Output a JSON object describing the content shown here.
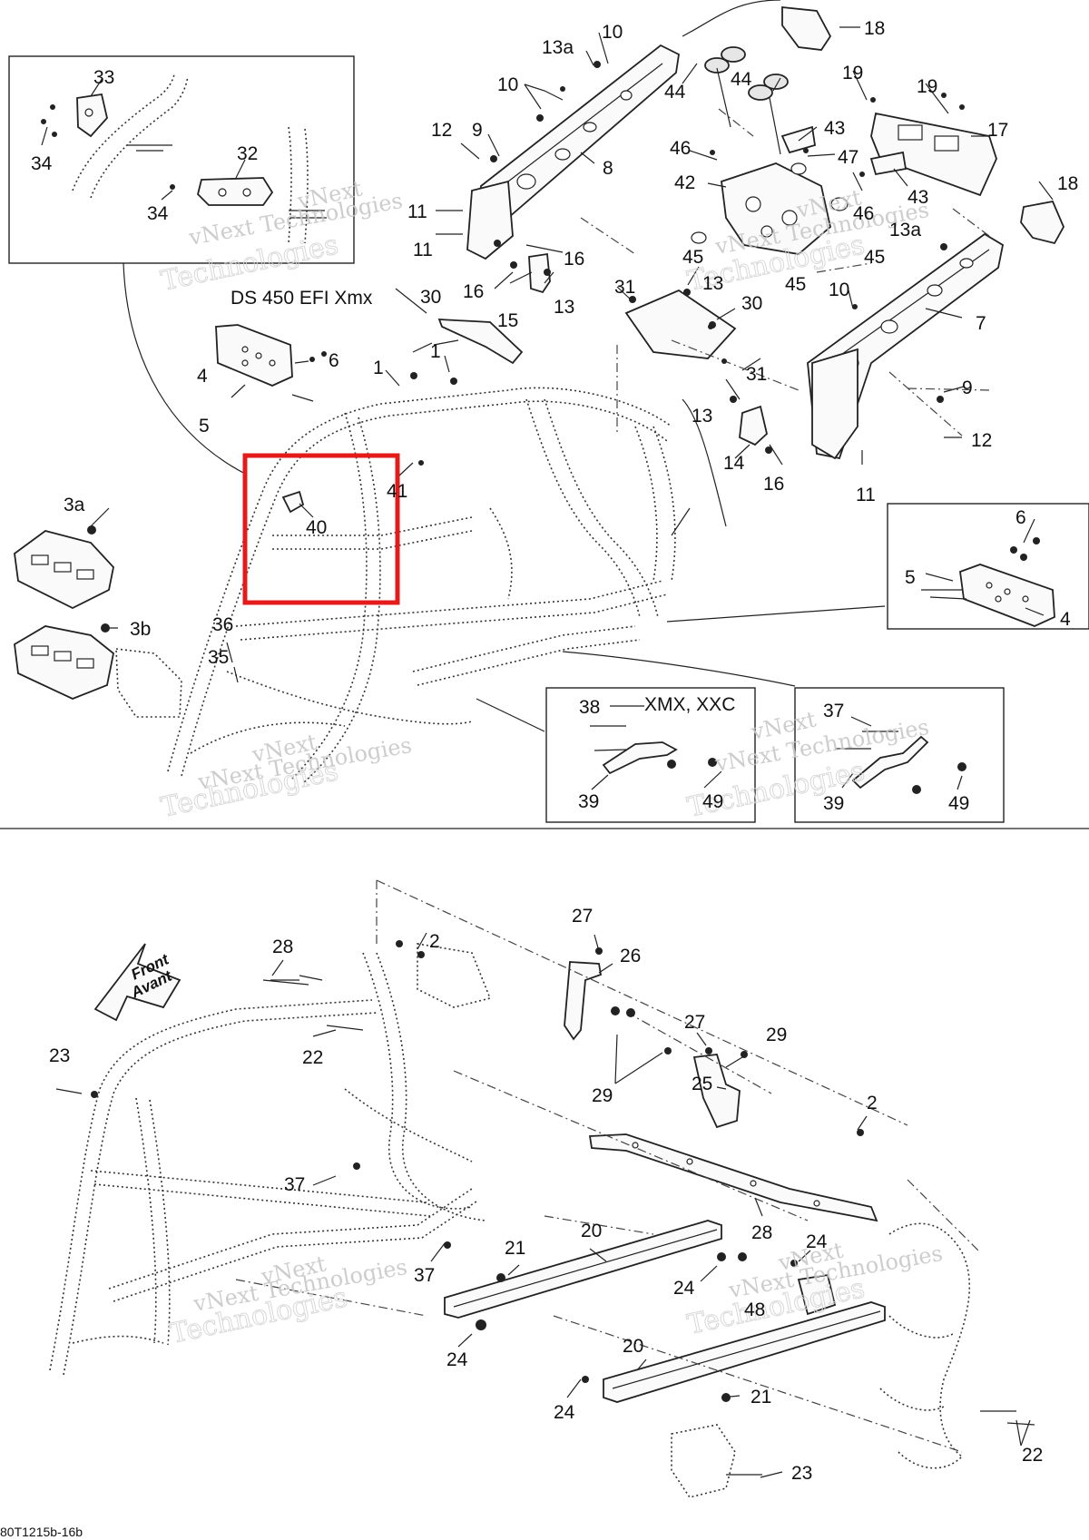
{
  "callouts": {
    "c33": "33",
    "c34a": "34",
    "c32": "32",
    "c34b": "34",
    "c10a": "10",
    "c13a_top": "13a",
    "c10b": "10",
    "c44a": "44",
    "c44b": "44",
    "c18a": "18",
    "c19a": "19",
    "c19b": "19",
    "c17": "17",
    "c12a": "12",
    "c9a": "9",
    "c8": "8",
    "c46a": "46",
    "c43a": "43",
    "c47": "47",
    "c42": "42",
    "c43b": "43",
    "c46b": "46",
    "c18b": "18",
    "c11a": "11",
    "c11b": "11",
    "c16a": "16",
    "c45a": "45",
    "c45b": "45",
    "c45c": "45",
    "c13a_right": "13a",
    "c16b": "16",
    "c13b": "13",
    "c13c": "13",
    "c15": "15",
    "c13d": "13",
    "c31a": "31",
    "c30a": "30",
    "c30b": "30",
    "c10c": "10",
    "c7": "7",
    "c6a": "6",
    "c4a": "4",
    "c1a": "1",
    "c1b": "1",
    "c5a": "5",
    "c31b": "31",
    "c9b": "9",
    "c13e": "13",
    "c12b": "12",
    "c14": "14",
    "c16c": "16",
    "c11c": "11",
    "c41": "41",
    "c40": "40",
    "c3a": "3a",
    "c3b": "3b",
    "c6b": "6",
    "c5b": "5",
    "c4b": "4",
    "c36": "36",
    "c35": "35",
    "c38": "38",
    "c39a": "39",
    "c49a": "49",
    "c37a": "37",
    "c39b": "39",
    "c49b": "49",
    "c27a": "27",
    "c26": "26",
    "c2a": "2",
    "c28a": "28",
    "c22a": "22",
    "c23a": "23",
    "c27b": "27",
    "c29a": "29",
    "c29b": "29",
    "c25": "25",
    "c2b": "2",
    "c37b": "37",
    "c37c": "37",
    "c28b": "28",
    "c20a": "20",
    "c21a": "21",
    "c24a": "24",
    "c24b": "24",
    "c48": "48",
    "c24c": "24",
    "c20b": "20",
    "c21b": "21",
    "c24d": "24",
    "c23b": "23",
    "c22b": "22"
  },
  "notes": {
    "model_label": "DS 450 EFI Xmx",
    "variant_label": "XMX, XXC",
    "front_line1": "Front",
    "front_line2": "Avant",
    "doc_code": "80T1215b-16b"
  },
  "watermark": {
    "line1": "vNext",
    "line2": "vNext Technologies",
    "line3": "Technologies"
  },
  "colors": {
    "highlight": "#e31b1b",
    "line": "#222222",
    "watermark": "#c8c8c8"
  },
  "highlight_target": "40"
}
